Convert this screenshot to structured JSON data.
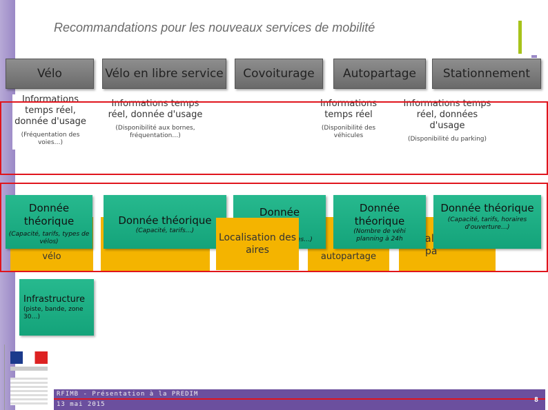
{
  "title": "Recommandations pour les nouveaux services de mobilité",
  "headers": [
    "Vélo",
    "Vélo en libre service",
    "Covoiturage",
    "Autopartage",
    "Stationnement"
  ],
  "realtime": {
    "velo": {
      "text": "Informations temps réel, donnée d'usage",
      "note": "(Fréquentation des voies…)"
    },
    "vls": {
      "text": "Informations temps réel, donnée d'usage",
      "note": "(Disponibilité aux bornes, fréquentation…)"
    },
    "autopartage": {
      "text": "Informations temps réel",
      "note": "(Disponibilité des véhicules"
    },
    "stationnement": {
      "text": "Informations temps réel, données d'usage",
      "note": "(Disponibilité du parking)"
    }
  },
  "theory": {
    "velo": {
      "title": "Donnée théorique",
      "note": "(Capacité, tarifs, types de vélos)"
    },
    "vls": {
      "title": "Donnée théorique",
      "note": "(Capacité, tarifs…)"
    },
    "covoiturage": {
      "title": "Donnée"
    },
    "autopartage": {
      "title": "Donnée théorique",
      "note": "(Nombre de véhi"
    },
    "stationnement": {
      "title": "Donnée théorique",
      "note": "(Capacité, tarifs, horaires d'ouverture…)"
    }
  },
  "orange": {
    "localisation": "Localisation des aires",
    "velo_partial": "vélo",
    "autopartage_partial": "autopartage",
    "local_partial": "Local",
    "pa_partial": "pa",
    "planning": "planning à 24h",
    "es_partial": "es",
    "ll_partial": "es…)"
  },
  "infrastructure": {
    "title": "Infrastructure",
    "note": "(piste, bande, zone 30…)"
  },
  "footer": {
    "line1": "RFIMB - Présentation à la PREDIM",
    "line2": "13 mai 2015",
    "page": "8"
  },
  "colors": {
    "red": "#e0141c",
    "green": "#1fae84",
    "orange": "#f4b400",
    "header_grey": "#7a7a7a"
  }
}
